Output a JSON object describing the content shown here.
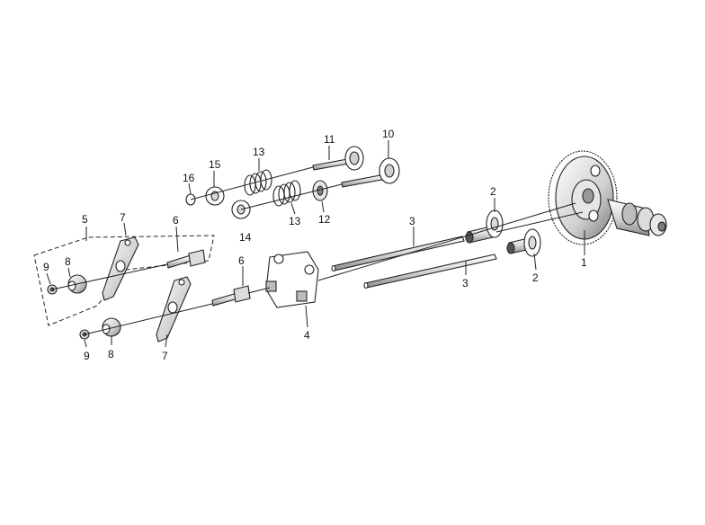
{
  "callouts": {
    "c1": "1",
    "c2a": "2",
    "c2b": "2",
    "c3a": "3",
    "c3b": "3",
    "c4": "4",
    "c5": "5",
    "c6a": "6",
    "c6b": "6",
    "c7a": "7",
    "c7b": "7",
    "c8a": "8",
    "c8b": "8",
    "c9a": "9",
    "c9b": "9",
    "c10": "10",
    "c11": "11",
    "c12": "12",
    "c13a": "13",
    "c13b": "13",
    "c14": "14",
    "c15": "15",
    "c16": "16"
  },
  "colors": {
    "line": "#222222",
    "fill_light": "#f2f2f2",
    "fill_mid": "#cfcfcf",
    "fill_dark": "#8a8a8a"
  }
}
